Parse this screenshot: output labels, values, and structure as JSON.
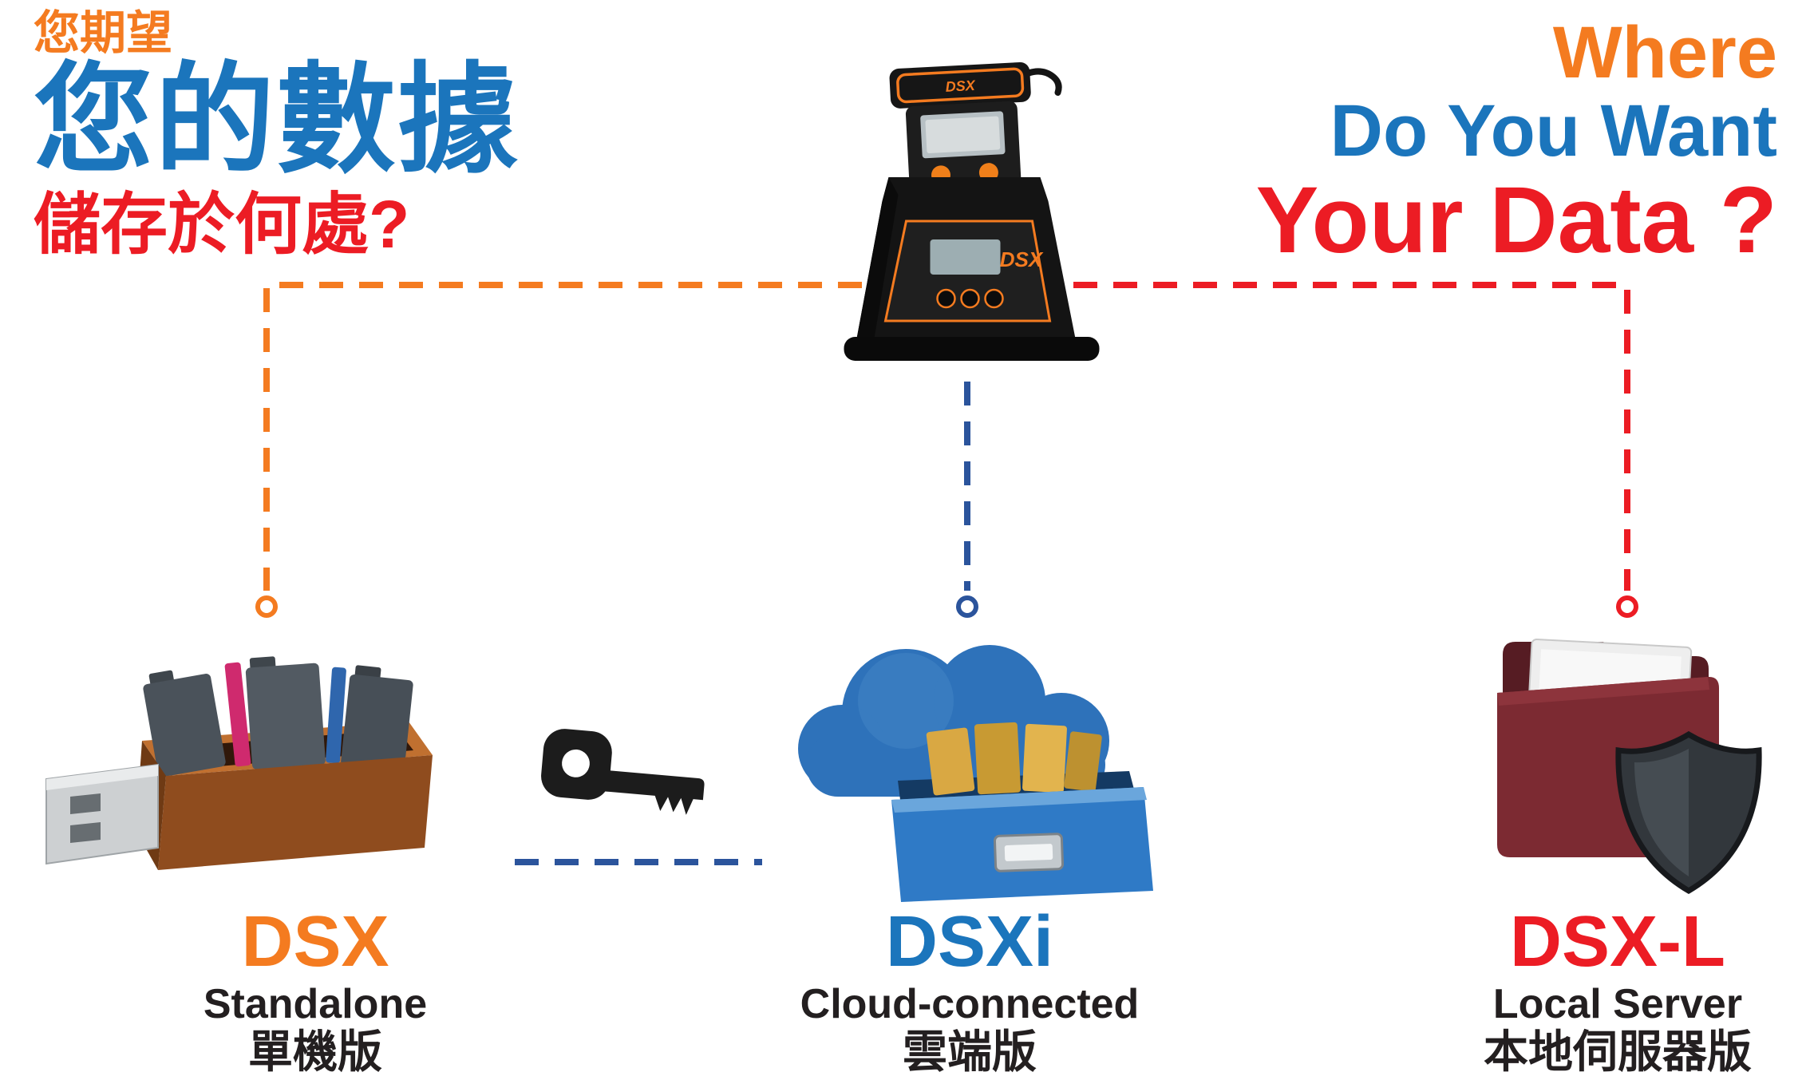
{
  "colors": {
    "orange": "#F47B20",
    "blue": "#1B75BC",
    "red": "#EC1C24",
    "navy_dash": "#2B549C",
    "text_dark": "#231F20"
  },
  "heading_left": {
    "line1": "您期望",
    "line2": "您的數據",
    "line3": "儲存於何處?"
  },
  "heading_right": {
    "line1": "Where",
    "line2": "Do You Want",
    "line3": "Your Data ?"
  },
  "device": {
    "label": "DSX"
  },
  "options": [
    {
      "name": "DSX",
      "subtitle_en": "Standalone",
      "subtitle_zh": "單機版",
      "color": "#F47B20",
      "icon": "usb-drive-with-folders-icon"
    },
    {
      "name": "DSXi",
      "subtitle_en": "Cloud-connected",
      "subtitle_zh": "雲端版",
      "color": "#1B75BC",
      "icon": "cloud-file-drawer-icon"
    },
    {
      "name": "DSX-L",
      "subtitle_en": "Local Server",
      "subtitle_zh": "本地伺服器版",
      "color": "#EC1C24",
      "icon": "folder-with-shield-icon"
    }
  ],
  "connector_icon": "key-icon"
}
